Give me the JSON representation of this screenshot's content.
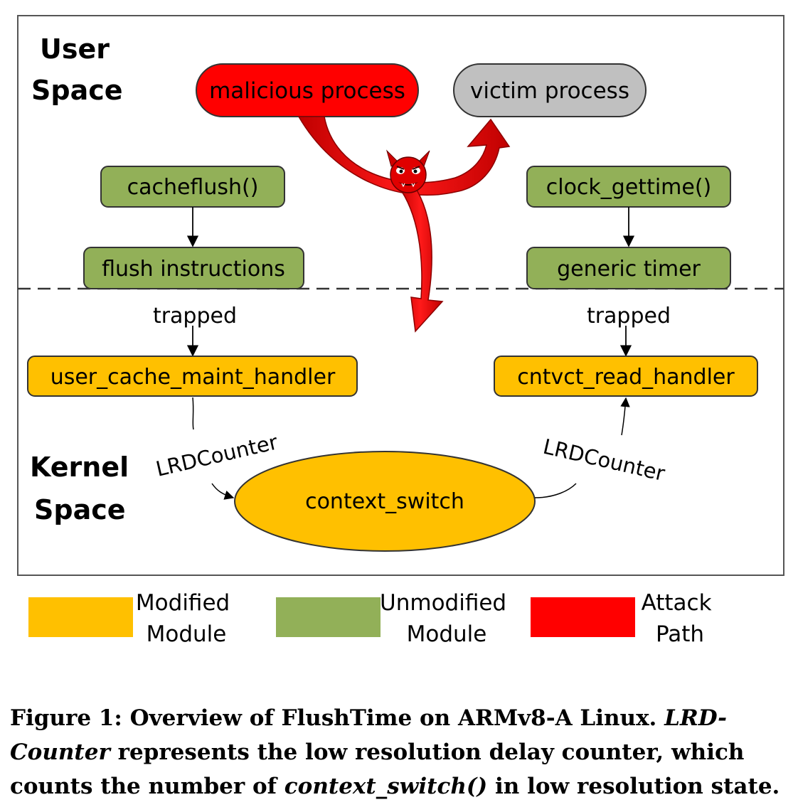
{
  "regions": {
    "user_space": [
      "User",
      "Space"
    ],
    "kernel_space": [
      "Kernel",
      "Space"
    ]
  },
  "nodes": {
    "malicious_process": "malicious process",
    "victim_process": "victim process",
    "cacheflush": "cacheflush()",
    "clock_gettime": "clock_gettime()",
    "flush_instructions": "flush instructions",
    "generic_timer": "generic timer",
    "user_cache_maint_handler": "user_cache_maint_handler",
    "cntvct_read_handler": "cntvct_read_handler",
    "context_switch": "context_switch"
  },
  "edge_labels": {
    "trapped_left": "trapped",
    "trapped_right": "trapped",
    "lrd_left": "LRDCounter",
    "lrd_right": "LRDCounter"
  },
  "legend": {
    "modified": [
      "Modified",
      "Module"
    ],
    "unmodified": [
      "Unmodified",
      "Module"
    ],
    "attack": [
      "Attack",
      "Path"
    ]
  },
  "caption": {
    "part1": "Figure 1: Overview of FlushTime on ARMv8-A Linux. ",
    "part2_italic": "LRD-Counter",
    "part3": " represents the low resolution delay counter, which counts the number of ",
    "part4_italic": "context_switch()",
    "part5": " in low resolution state."
  },
  "colors": {
    "modified": "#FFC000",
    "unmodified": "#92B058",
    "attack": "#FF0000",
    "victim": "#C0C0C0"
  },
  "icons": {
    "devil": "devil-face-icon"
  }
}
